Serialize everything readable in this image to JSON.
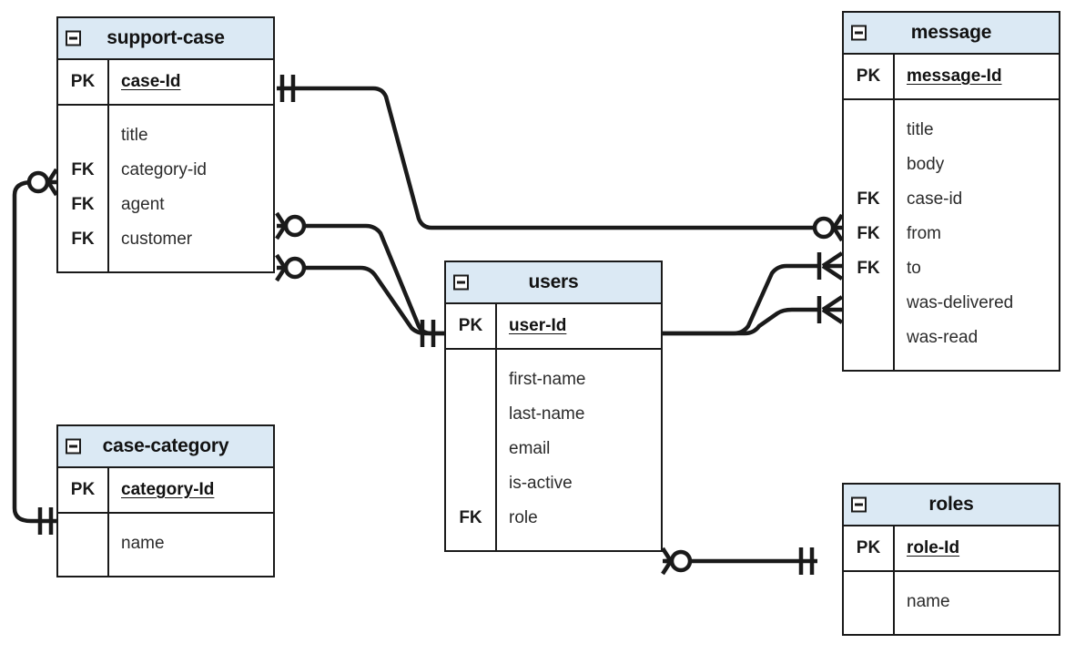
{
  "diagram": {
    "type": "entity-relationship-diagram",
    "notation": "crows-foot",
    "colors": {
      "header_fill": "#dbe9f4",
      "line": "#1a1a1a",
      "body_fill": "#ffffff",
      "text": "#2b2b2b"
    }
  },
  "entities": [
    {
      "id": "support-case",
      "title": "support-case",
      "collapse_icon": "minus-square-icon",
      "pk": {
        "key": "PK",
        "field": "case-Id"
      },
      "attributes": [
        {
          "key": "",
          "field": "title"
        },
        {
          "key": "FK",
          "field": "category-id"
        },
        {
          "key": "FK",
          "field": "agent"
        },
        {
          "key": "FK",
          "field": "customer"
        }
      ]
    },
    {
      "id": "message",
      "title": "message",
      "collapse_icon": "minus-square-icon",
      "pk": {
        "key": "PK",
        "field": "message-Id"
      },
      "attributes": [
        {
          "key": "",
          "field": "title"
        },
        {
          "key": "",
          "field": "body"
        },
        {
          "key": "FK",
          "field": "case-id"
        },
        {
          "key": "FK",
          "field": "from"
        },
        {
          "key": "FK",
          "field": "to"
        },
        {
          "key": "",
          "field": "was-delivered"
        },
        {
          "key": "",
          "field": "was-read"
        }
      ]
    },
    {
      "id": "users",
      "title": "users",
      "collapse_icon": "minus-square-icon",
      "pk": {
        "key": "PK",
        "field": "user-Id"
      },
      "attributes": [
        {
          "key": "",
          "field": "first-name"
        },
        {
          "key": "",
          "field": "last-name"
        },
        {
          "key": "",
          "field": "email"
        },
        {
          "key": "",
          "field": "is-active"
        },
        {
          "key": "FK",
          "field": "role"
        }
      ]
    },
    {
      "id": "case-category",
      "title": "case-category",
      "collapse_icon": "minus-square-icon",
      "pk": {
        "key": "PK",
        "field": "category-Id"
      },
      "attributes": [
        {
          "key": "",
          "field": "name"
        }
      ]
    },
    {
      "id": "roles",
      "title": "roles",
      "collapse_icon": "minus-square-icon",
      "pk": {
        "key": "PK",
        "field": "role-Id"
      },
      "attributes": [
        {
          "key": "",
          "field": "name"
        }
      ]
    }
  ],
  "relationships": [
    {
      "name": "support-case-to-message",
      "from_entity": "support-case",
      "from_field": "case-Id",
      "from_cardinality": "exactly-one",
      "to_entity": "message",
      "to_field": "case-id",
      "to_cardinality": "zero-or-many"
    },
    {
      "name": "support-case-agent-to-users",
      "from_entity": "support-case",
      "from_field": "agent",
      "from_cardinality": "zero-or-many",
      "to_entity": "users",
      "to_field": "user-Id",
      "to_cardinality": "exactly-one"
    },
    {
      "name": "support-case-customer-to-users",
      "from_entity": "support-case",
      "from_field": "customer",
      "from_cardinality": "zero-or-many",
      "to_entity": "users",
      "to_field": "user-Id",
      "to_cardinality": "exactly-one"
    },
    {
      "name": "support-case-category-to-case-category",
      "from_entity": "support-case",
      "from_field": "category-id",
      "from_cardinality": "zero-or-many",
      "to_entity": "case-category",
      "to_field": "category-Id",
      "to_cardinality": "exactly-one"
    },
    {
      "name": "users-to-message-from",
      "from_entity": "users",
      "from_field": "user-Id",
      "from_cardinality": "exactly-one",
      "to_entity": "message",
      "to_field": "from",
      "to_cardinality": "one-or-many"
    },
    {
      "name": "users-to-message-to",
      "from_entity": "users",
      "from_field": "user-Id",
      "from_cardinality": "exactly-one",
      "to_entity": "message",
      "to_field": "to",
      "to_cardinality": "one-or-many"
    },
    {
      "name": "users-role-to-roles",
      "from_entity": "users",
      "from_field": "role",
      "from_cardinality": "zero-or-many",
      "to_entity": "roles",
      "to_field": "role-Id",
      "to_cardinality": "exactly-one"
    }
  ]
}
